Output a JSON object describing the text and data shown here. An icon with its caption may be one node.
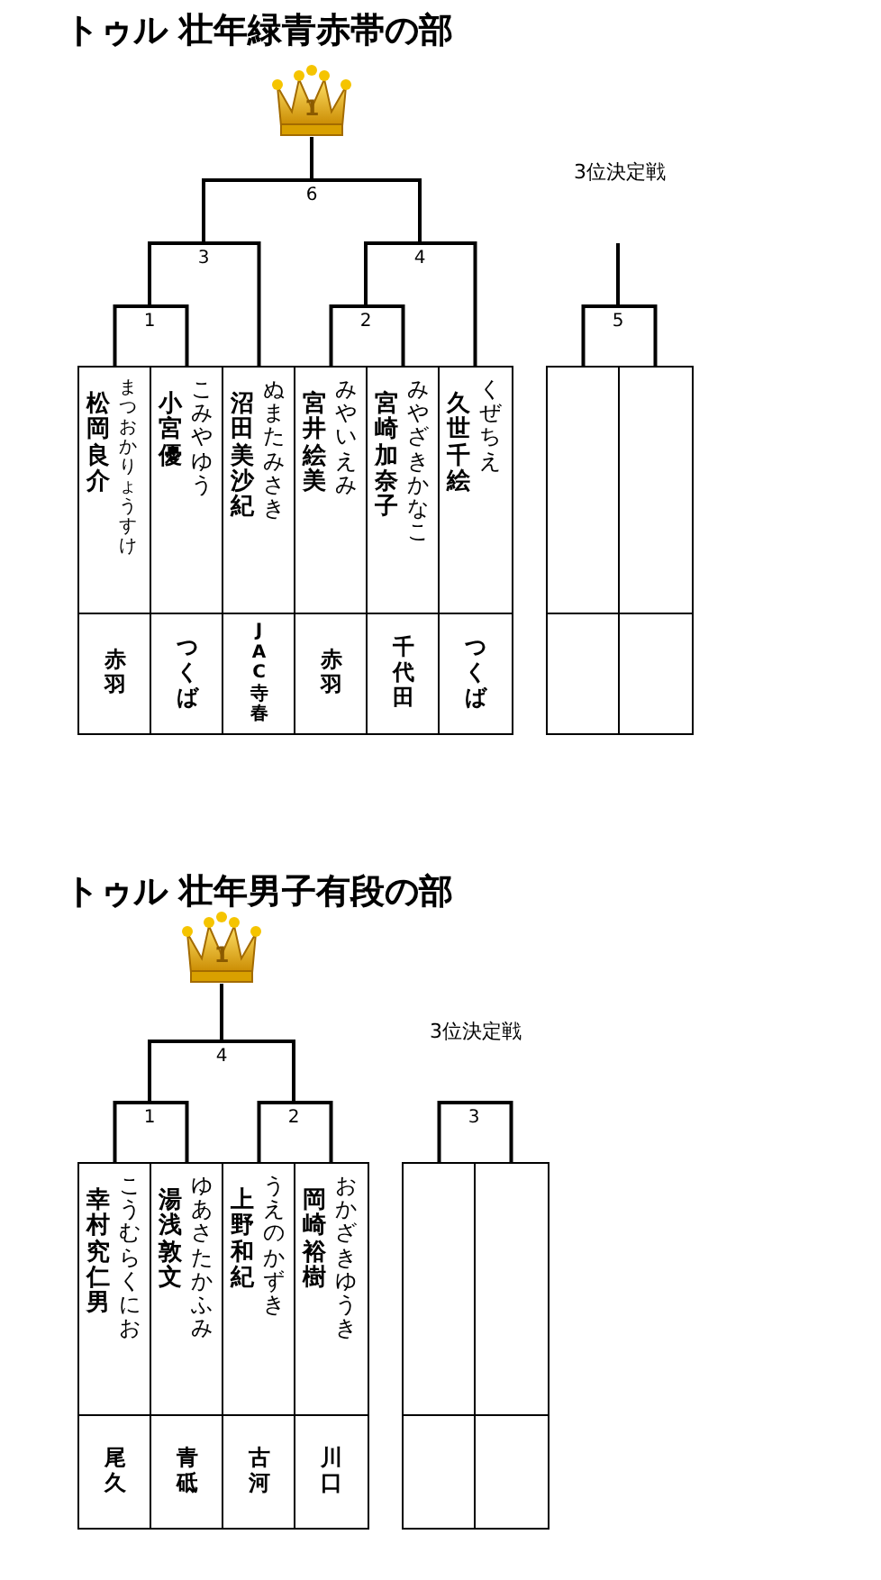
{
  "diagram": {
    "title": "トゥル 壮年緑青赤帯の部",
    "nodes": [
      {
        "text": [
          "1"
        ]
      },
      {
        "text": [
          "6"
        ]
      },
      {
        "text": [
          "3"
        ]
      },
      {
        "text": [
          "4"
        ]
      },
      {
        "text": [
          "1"
        ]
      },
      {
        "text": [
          "2"
        ]
      },
      {
        "text": [
          "5"
        ]
      },
      {
        "text": [
          "松岡良介",
          "まつおかりょうすけ",
          "赤羽"
        ]
      },
      {
        "text": [
          "小宮優",
          "こみやゆう",
          "つくば"
        ]
      },
      {
        "text": [
          "沼田美沙紀",
          "ぬまたみさき",
          "JAC寺春"
        ]
      },
      {
        "text": [
          "宮井絵美",
          "みやいえみ",
          "赤羽"
        ]
      },
      {
        "text": [
          "宮崎加奈子",
          "みやざきかなこ",
          "千代田"
        ]
      },
      {
        "text": [
          "久世千絵",
          "くぜちえ",
          "つくば"
        ]
      },
      {
        "text": [],
        "shape": "box"
      },
      {
        "text": [],
        "shape": "box"
      },
      {
        "text": [
          "1"
        ]
      },
      {
        "text": [
          "4"
        ]
      },
      {
        "text": [
          "1"
        ]
      },
      {
        "text": [
          "2"
        ]
      },
      {
        "text": [
          "3"
        ]
      },
      {
        "text": [
          "幸村究仁男",
          "こうむらくにお",
          "尾久"
        ]
      },
      {
        "text": [
          "湯浅敦文",
          "ゆあさたかふみ",
          "青砥"
        ]
      },
      {
        "text": [
          "上野和紀",
          "うえのかずき",
          "古河"
        ]
      },
      {
        "text": [
          "岡崎裕樹",
          "おかざきゆうき",
          "川口"
        ]
      },
      {
        "text": [],
        "shape": "box"
      },
      {
        "text": [],
        "shape": "box"
      }
    ],
    "edges": [
      {
        "from": 7,
        "to": 4,
        "arrow": "none"
      },
      {
        "from": 8,
        "to": 4,
        "arrow": "none"
      },
      {
        "from": 4,
        "to": 2,
        "arrow": "none"
      },
      {
        "from": 9,
        "to": 2,
        "arrow": "none"
      },
      {
        "from": 10,
        "to": 5,
        "arrow": "none"
      },
      {
        "from": 11,
        "to": 5,
        "arrow": "none"
      },
      {
        "from": 5,
        "to": 3,
        "arrow": "none"
      },
      {
        "from": 12,
        "to": 3,
        "arrow": "none"
      },
      {
        "from": 2,
        "to": 1,
        "arrow": "none"
      },
      {
        "from": 3,
        "to": 1,
        "arrow": "none"
      },
      {
        "from": 1,
        "to": 0,
        "arrow": "none"
      },
      {
        "from": 13,
        "to": 6,
        "arrow": "none"
      },
      {
        "from": 14,
        "to": 6,
        "arrow": "none"
      },
      {
        "from": 6,
        "to": null,
        "arrow": "none"
      },
      {
        "from": 20,
        "to": 17,
        "arrow": "none"
      },
      {
        "from": 21,
        "to": 17,
        "arrow": "none"
      },
      {
        "from": 22,
        "to": 18,
        "arrow": "none"
      },
      {
        "from": 23,
        "to": 18,
        "arrow": "none"
      },
      {
        "from": 17,
        "to": 16,
        "arrow": "none"
      },
      {
        "from": 18,
        "to": 16,
        "arrow": "none"
      },
      {
        "from": 16,
        "to": 15,
        "arrow": "none"
      },
      {
        "from": 24,
        "to": 19,
        "arrow": "none"
      },
      {
        "from": 25,
        "to": 19,
        "arrow": "none"
      }
    ],
    "labels": [
      "3位決定戦",
      "トゥル 壮年男子有段の部",
      "3位決定戦"
    ]
  }
}
